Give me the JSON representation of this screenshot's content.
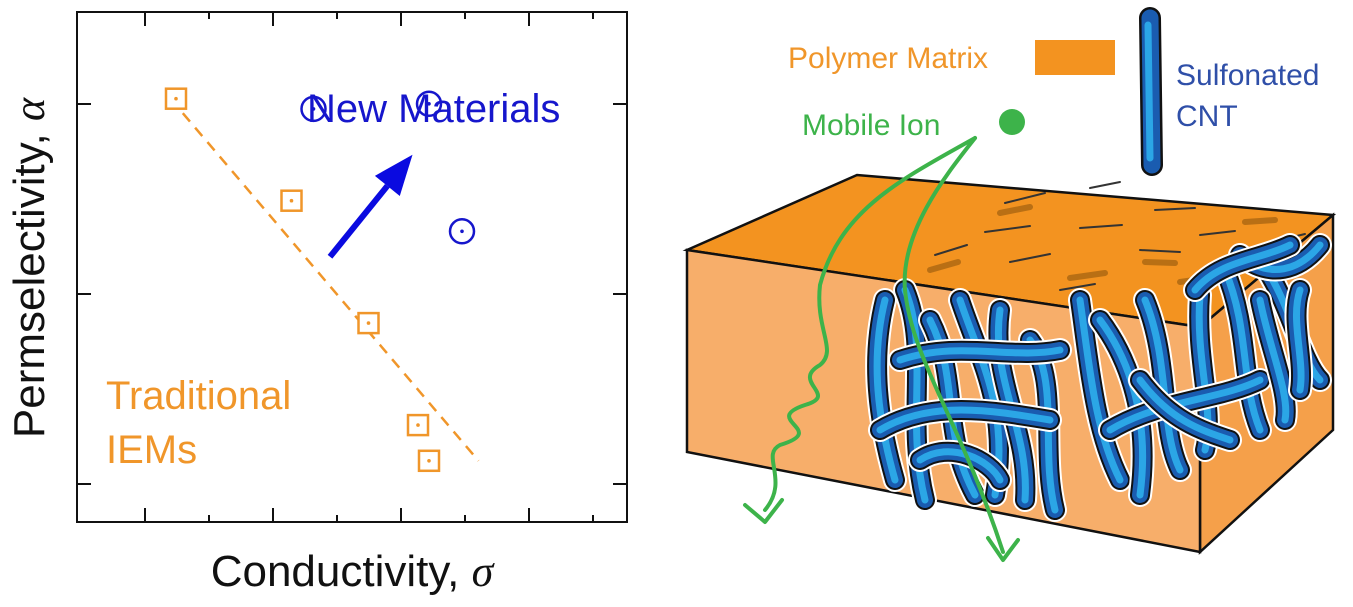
{
  "plot": {
    "xlabel_text": "Conductivity, ",
    "xlabel_symbol": "σ",
    "ylabel_text": "Permselectivity, ",
    "ylabel_symbol": "α",
    "new_materials_label": "New Materials",
    "traditional_label_line1": "Traditional",
    "traditional_label_line2": "IEMs"
  },
  "chart_data": {
    "type": "scatter",
    "title": "",
    "xlabel": "Conductivity, σ",
    "ylabel": "Permselectivity, α",
    "xlim": [
      0,
      1
    ],
    "ylim": [
      0,
      1
    ],
    "series": [
      {
        "name": "Traditional IEMs",
        "marker": "square-dot",
        "color": "#f0962a",
        "points": [
          [
            0.18,
            0.83
          ],
          [
            0.39,
            0.63
          ],
          [
            0.53,
            0.39
          ],
          [
            0.62,
            0.19
          ],
          [
            0.64,
            0.12
          ]
        ],
        "trendline": [
          [
            0.17,
            0.83
          ],
          [
            0.73,
            0.12
          ]
        ]
      },
      {
        "name": "New Materials",
        "marker": "circle-dot",
        "color": "#1616cc",
        "points": [
          [
            0.43,
            0.81
          ],
          [
            0.64,
            0.82
          ],
          [
            0.7,
            0.57
          ]
        ]
      }
    ],
    "arrow": {
      "from": [
        0.46,
        0.52
      ],
      "to": [
        0.61,
        0.72
      ],
      "color": "#0a0ae0"
    },
    "grid": false,
    "ticks": "unlabeled"
  },
  "diagram": {
    "polymer_matrix_label": "Polymer Matrix",
    "mobile_ion_label": "Mobile Ion",
    "cnt_label_line1": "Sulfonated",
    "cnt_label_line2": "CNT",
    "colors": {
      "matrix_top": "#f39320",
      "matrix_front": "#f7ae6a",
      "matrix_side": "#f5a04a",
      "cnt_dark": "#1a5cb0",
      "cnt_light": "#2ba6e6",
      "ion_path": "#3db34a",
      "text_orange": "#f0962a",
      "text_green": "#3db34a",
      "text_blue": "#2f4fa8"
    }
  }
}
